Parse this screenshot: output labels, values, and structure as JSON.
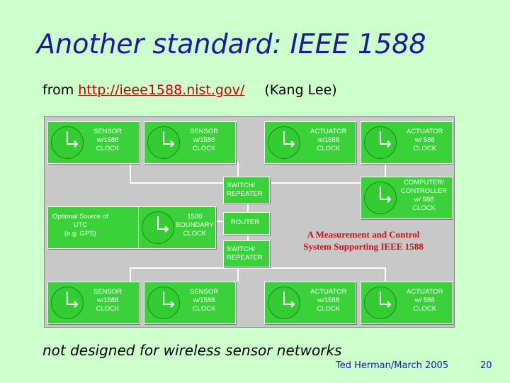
{
  "slide": {
    "title": "Another standard: IEEE 1588",
    "source_prefix": "from",
    "source_link": "http://ieee1588.nist.gov/",
    "source_author": "(Kang Lee)",
    "footer": "not designed for wireless sensor networks",
    "credit": "Ted Herman/March 2005",
    "page_number": "20"
  },
  "diagram": {
    "top_row": [
      {
        "line1": "SENSOR",
        "line2": "w/1588",
        "line3": "CLOCK"
      },
      {
        "line1": "SENSOR",
        "line2": "w/1588",
        "line3": "CLOCK"
      },
      {
        "line1": "ACTUATOR",
        "line2": "w/1588",
        "line3": "CLOCK"
      },
      {
        "line1": "ACTUATOR",
        "line2": "w/ 588",
        "line3": "CLOCK"
      }
    ],
    "bottom_row": [
      {
        "line1": "SENSOR",
        "line2": "w/1588",
        "line3": "CLOCK"
      },
      {
        "line1": "SENSOR",
        "line2": "w/1588",
        "line3": "CLOCK"
      },
      {
        "line1": "ACTUATOR",
        "line2": "w/1588",
        "line3": "CLOCK"
      },
      {
        "line1": "ACTUATOR",
        "line2": "w/ 588",
        "line3": "CLOCK"
      }
    ],
    "switch_top": {
      "line1": "SWITCH/",
      "line2": "REPEATER"
    },
    "switch_bottom": {
      "line1": "SWITCH/",
      "line2": "REPEATER"
    },
    "router": "ROUTER",
    "computer": {
      "line1": "COMPUTER/",
      "line2": "CONTROLLER",
      "line3": "w/ 588",
      "line4": "CLOCK"
    },
    "source_utc": {
      "line1": "Optional Source of",
      "line2": "UTC",
      "line3": "(e.g. GPS)"
    },
    "boundary": {
      "line1": "1500",
      "line2": "BOUNDARY",
      "line3": "CLOCK"
    },
    "caption_line1": "A Measurement and Control",
    "caption_line2": "System Supporting IEEE 1588"
  }
}
